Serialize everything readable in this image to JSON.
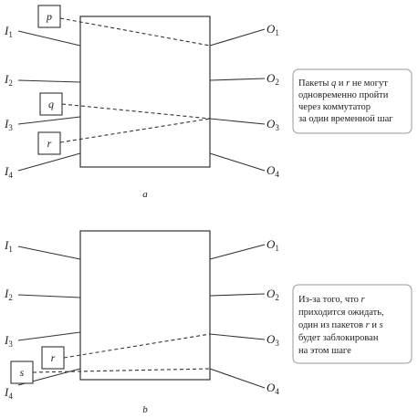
{
  "panel_a": {
    "caption": "a",
    "inputs": [
      {
        "letter": "I",
        "sub": "1"
      },
      {
        "letter": "I",
        "sub": "2"
      },
      {
        "letter": "I",
        "sub": "3"
      },
      {
        "letter": "I",
        "sub": "4"
      }
    ],
    "outputs": [
      {
        "letter": "O",
        "sub": "1"
      },
      {
        "letter": "O",
        "sub": "2"
      },
      {
        "letter": "O",
        "sub": "3"
      },
      {
        "letter": "O",
        "sub": "4"
      }
    ],
    "packets": [
      "p",
      "q",
      "r"
    ],
    "note": {
      "lines": [
        [
          {
            "t": "Пакеты "
          },
          {
            "t": "q",
            "i": true
          },
          {
            "t": " и "
          },
          {
            "t": "r",
            "i": true
          },
          {
            "t": " не могут"
          }
        ],
        [
          {
            "t": "одновременно пройти"
          }
        ],
        [
          {
            "t": "через коммутатор"
          }
        ],
        [
          {
            "t": "за один временной шаг"
          }
        ]
      ]
    }
  },
  "panel_b": {
    "caption": "b",
    "inputs": [
      {
        "letter": "I",
        "sub": "1"
      },
      {
        "letter": "I",
        "sub": "2"
      },
      {
        "letter": "I",
        "sub": "3"
      },
      {
        "letter": "I",
        "sub": "4"
      }
    ],
    "outputs": [
      {
        "letter": "O",
        "sub": "1"
      },
      {
        "letter": "O",
        "sub": "2"
      },
      {
        "letter": "O",
        "sub": "3"
      },
      {
        "letter": "O",
        "sub": "4"
      }
    ],
    "packets": [
      "r",
      "s"
    ],
    "note": {
      "lines": [
        [
          {
            "t": "Из-за того, что "
          },
          {
            "t": "r",
            "i": true
          }
        ],
        [
          {
            "t": "приходится ожидать,"
          }
        ],
        [
          {
            "t": "один из пакетов "
          },
          {
            "t": "r",
            "i": true
          },
          {
            "t": " и "
          },
          {
            "t": "s",
            "i": true
          }
        ],
        [
          {
            "t": "будет заблокирован"
          }
        ],
        [
          {
            "t": "на этом шаге"
          }
        ]
      ]
    }
  }
}
